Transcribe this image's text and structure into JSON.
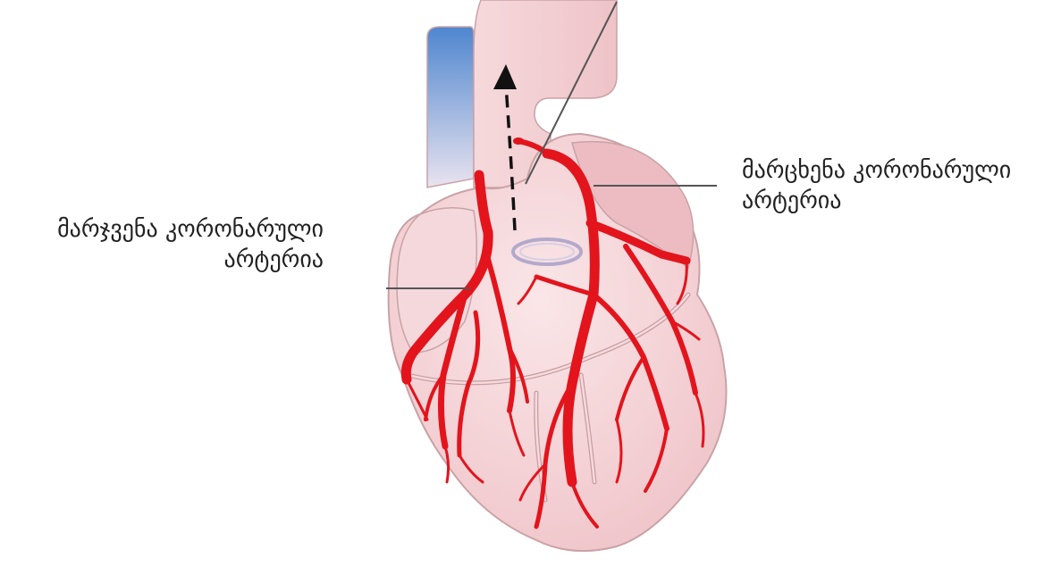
{
  "labels": {
    "left_coronary": {
      "line1": "მარცხენა კორონარული",
      "line2": "არტერია"
    },
    "right_coronary": {
      "line1": "მარჯვენა კორონარული",
      "line2": "არტერია"
    }
  },
  "colors": {
    "heart_fill": "#f6d6d8",
    "heart_outline": "#c9a2a6",
    "artery": "#e3141c",
    "vein": "#5b8fd0",
    "label_text": "#222222",
    "leader_line": "#555555"
  }
}
